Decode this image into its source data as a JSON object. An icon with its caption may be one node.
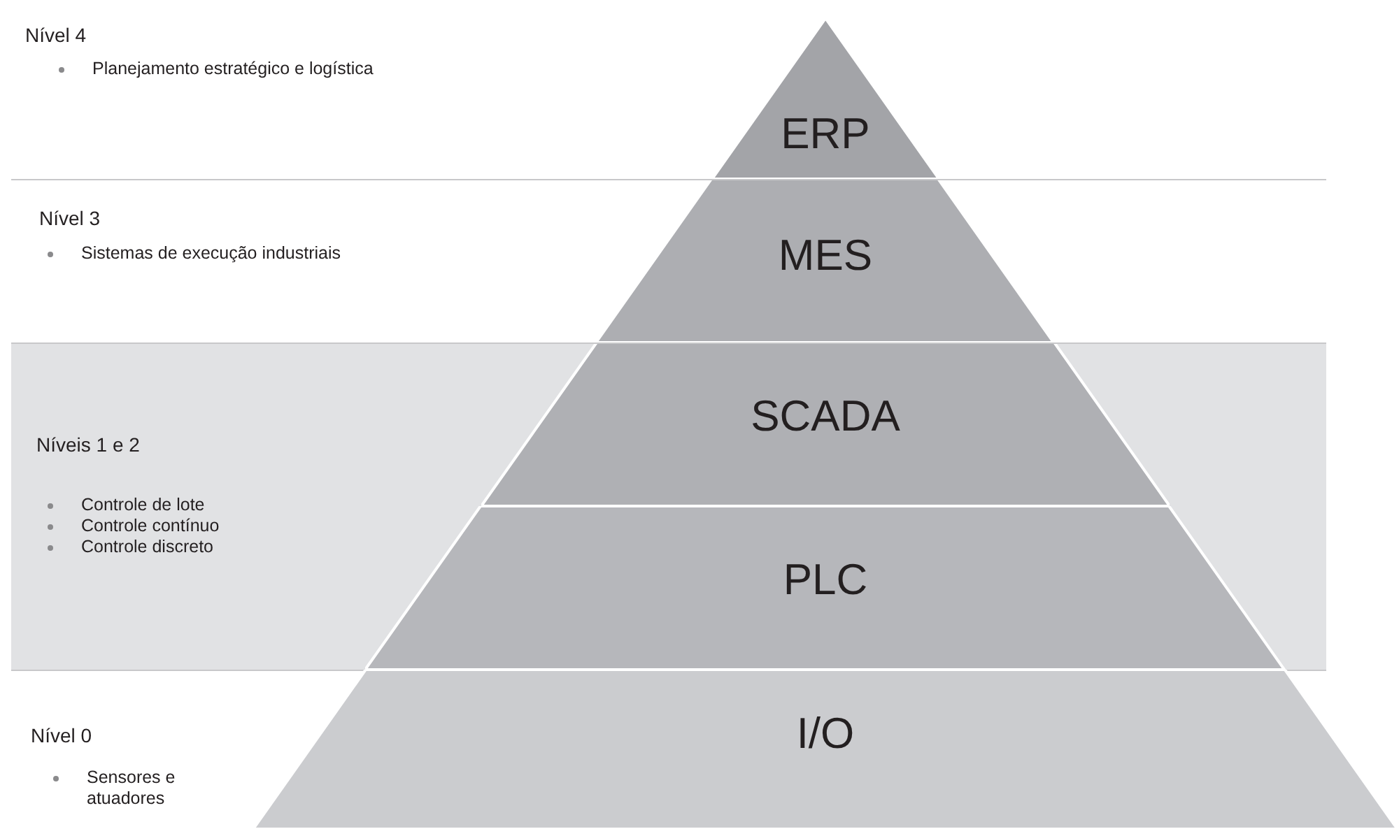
{
  "diagram": {
    "nodes": [
      {
        "text": [
          "Nível 4",
          "Planejamento estratégico e logística"
        ]
      },
      {
        "text": [
          "ERP"
        ],
        "in": 0
      },
      {
        "text": [
          "Nível 3",
          "Sistemas de execução industriais"
        ]
      },
      {
        "text": [
          "MES"
        ],
        "in": 2
      },
      {
        "text": [
          "Níveis 1 e 2",
          "Controle de lote",
          "Controle contínuo",
          "Controle discreto"
        ]
      },
      {
        "text": [
          "SCADA"
        ],
        "in": 4
      },
      {
        "text": [
          "PLC"
        ],
        "in": 4
      },
      {
        "text": [
          "Nível 0",
          "Sensores e atuadores"
        ]
      },
      {
        "text": [
          "I/O"
        ]
      }
    ]
  }
}
